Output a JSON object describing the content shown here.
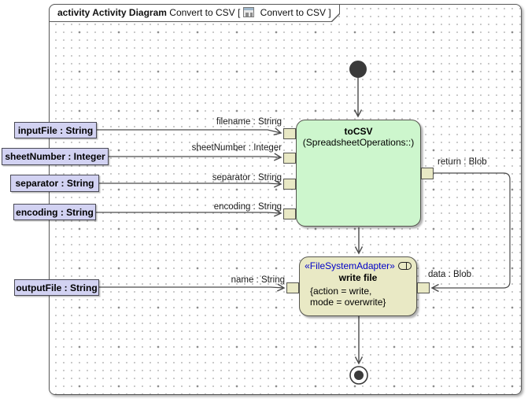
{
  "frame": {
    "keyword": "activity Activity Diagram",
    "diagram_name": "Convert to CSV ",
    "ref_open": "[",
    "ref_name": " Convert to CSV ",
    "ref_close": "]"
  },
  "parameters": {
    "input_file": "inputFile : String",
    "sheet_number": "sheetNumber : Integer",
    "separator": "separator : String",
    "encoding": "encoding : String",
    "output_file": "outputFile : String"
  },
  "tocsv": {
    "name": "toCSV",
    "qualifier": "(SpreadsheetOperations::)",
    "pin_labels": {
      "filename": "filename : String",
      "sheet_number": "sheetNumber : Integer",
      "separator": "separator : String",
      "encoding": "encoding : String",
      "return": "return : Blob"
    }
  },
  "write_file": {
    "stereotype": "«FileSystemAdapter»",
    "name": "write file",
    "props_line1": "{action = write,",
    "props_line2": "mode = overwrite}",
    "pin_labels": {
      "name": "name : String",
      "data": "data : Blob"
    }
  },
  "colors": {
    "action_fill_green": "#cdf6cd",
    "action_fill_tan": "#e9e9c5",
    "parameter_fill": "#d2d2f2",
    "pin_fill": "#e9e9c5",
    "stereotype_text": "#0000c8",
    "edge": "#4a4a4a"
  }
}
